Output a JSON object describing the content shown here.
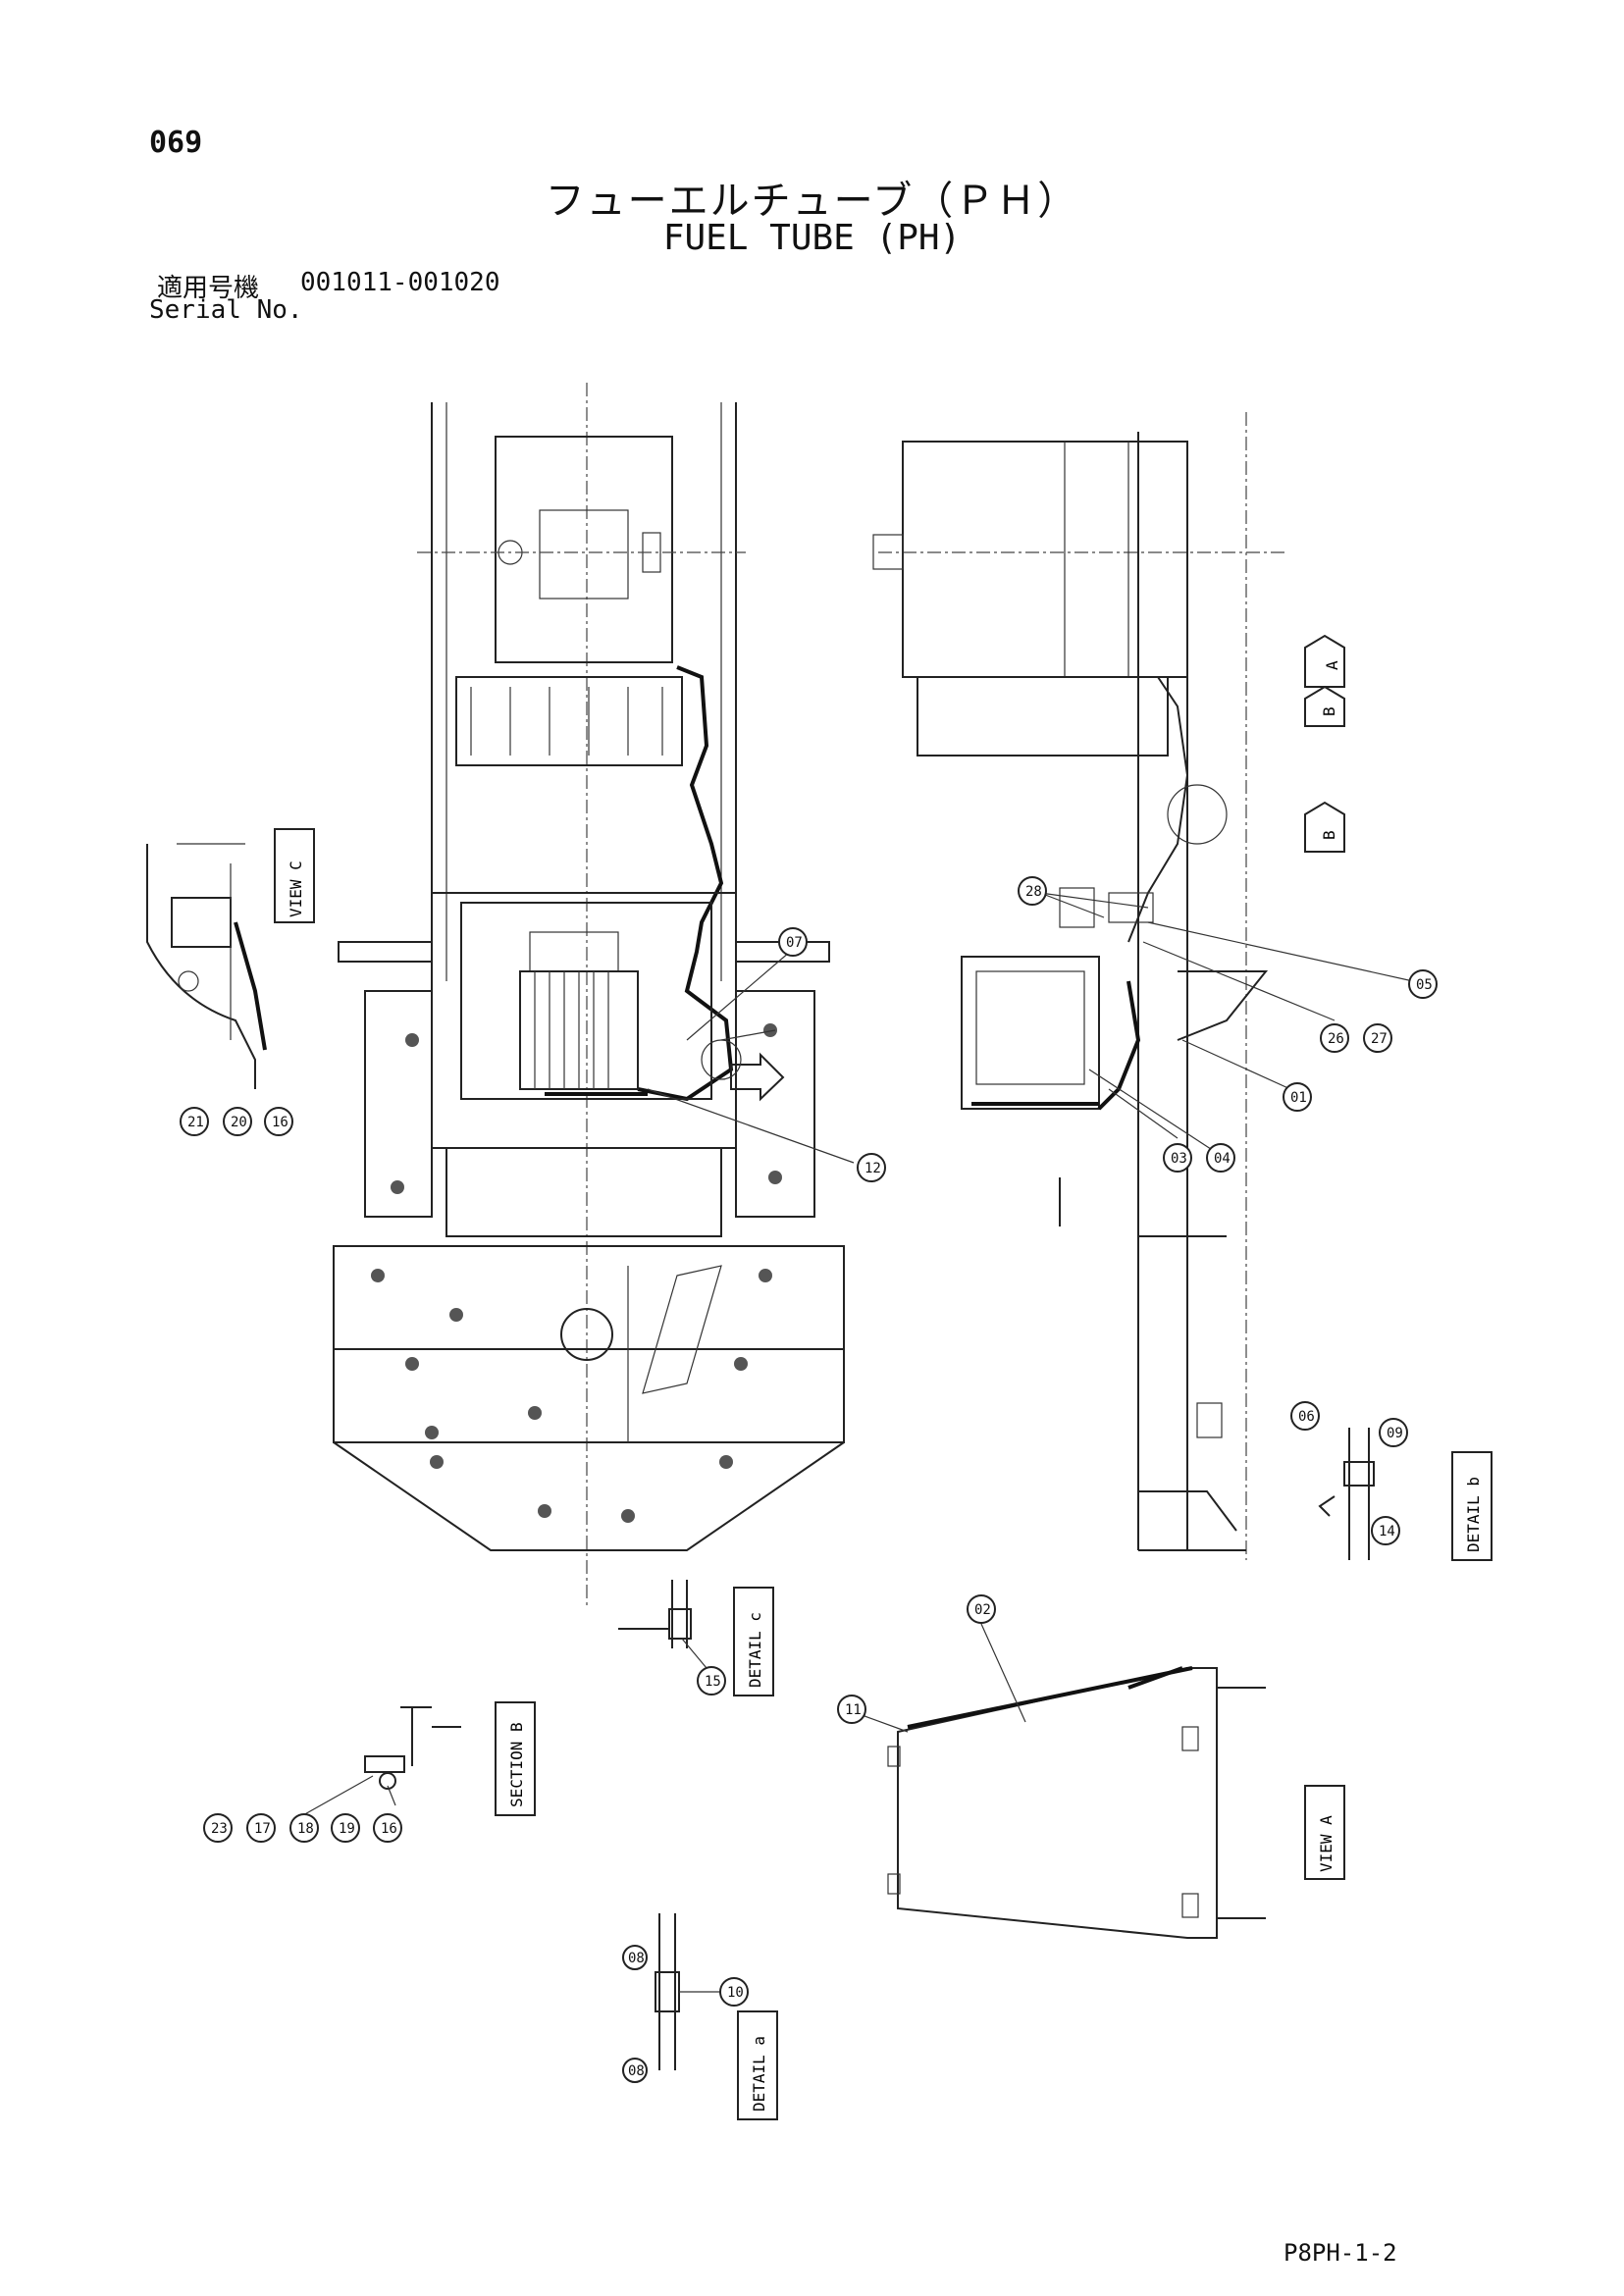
{
  "header": {
    "page_number": "069",
    "title_jp": "フューエルチューブ（ＰＨ）",
    "title_en": "FUEL TUBE (PH)",
    "serial_label_jp": "適用号機",
    "serial_range": "001011-001020",
    "serial_label_en": "Serial No."
  },
  "footer": {
    "code": "P8PH-1-2"
  },
  "view_tags": {
    "view_c": "VIEW C",
    "view_a": "VIEW A",
    "detail_b": "DETAIL b",
    "detail_c": "DETAIL c",
    "detail_a": "DETAIL a",
    "section_b": "SECTION B",
    "marker_a": "A",
    "marker_b": "B",
    "marker_b2": "B"
  },
  "callouts": {
    "c21": "21",
    "c20": "20",
    "c16a": "16",
    "c07": "07",
    "c12": "12",
    "c28": "28",
    "c05": "05",
    "c26": "26",
    "c27": "27",
    "c01": "01",
    "c03": "03",
    "c04": "04",
    "c06": "06",
    "c09": "09",
    "c14": "14",
    "c15": "15",
    "c11": "11",
    "c02": "02",
    "c23": "23",
    "c17": "17",
    "c18": "18",
    "c19": "19",
    "c16b": "16",
    "c08": "08",
    "c10": "10",
    "c08b": "08"
  }
}
